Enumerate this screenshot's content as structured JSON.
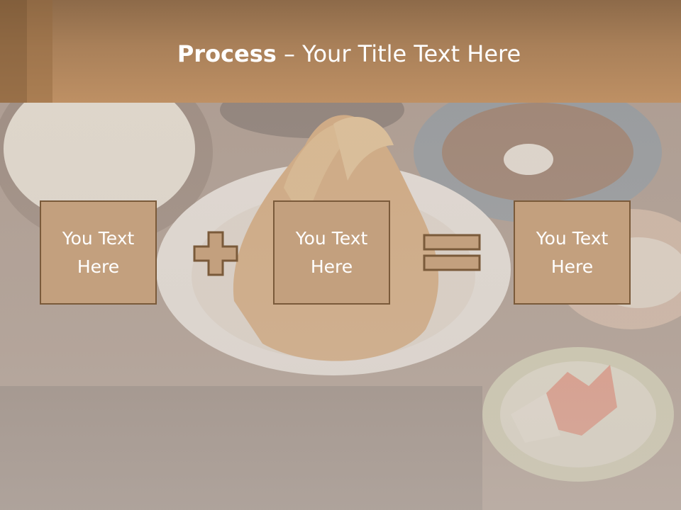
{
  "title": {
    "bold": "Process",
    "rest": " – Your Title Text Here"
  },
  "steps": [
    {
      "line1": "You Text",
      "line2": "Here"
    },
    {
      "line1": "You Text",
      "line2": "Here"
    },
    {
      "line1": "You Text",
      "line2": "Here"
    }
  ],
  "operators": [
    "plus-icon",
    "equals-icon"
  ],
  "colors": {
    "header": "#b58a60",
    "box_fill": "#c3a07e",
    "box_border": "#7a5a3a",
    "text": "#ffffff"
  }
}
